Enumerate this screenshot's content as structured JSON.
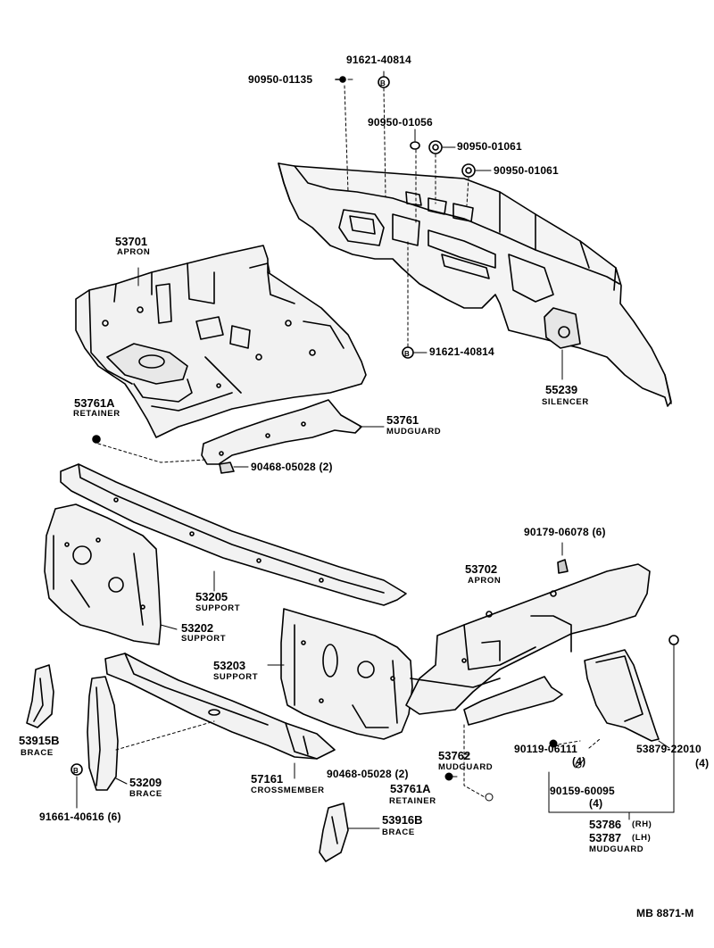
{
  "labels": {
    "p91621_top": "91621-40814",
    "p90950_01135": "90950-01135",
    "p90950_01056": "90950-01056",
    "p90950_01061_a": "90950-01061",
    "p90950_01061_b": "90950-01061",
    "p91621_mid": "91621-40814",
    "p53701": "53701",
    "n53701": "APRON",
    "p55239": "55239",
    "n55239": "SILENCER",
    "p53761A_top": "53761A",
    "n53761A_top": "RETAINER",
    "p53761": "53761",
    "n53761": "MUDGUARD",
    "p90468_top": "90468-05028 (2)",
    "p90179": "90179-06078 (6)",
    "p53702": "53702",
    "n53702": "APRON",
    "p53205": "53205",
    "n53205": "SUPPORT",
    "p53202": "53202",
    "n53202": "SUPPORT",
    "p53203": "53203",
    "n53203": "SUPPORT",
    "p53915B": "53915B",
    "n53915B": "BRACE",
    "p53209": "53209",
    "n53209": "BRACE",
    "p91661": "91661-40616 (6)",
    "p57161": "57161",
    "n57161": "CROSSMEMBER",
    "p90468_bot": "90468-05028 (2)",
    "p53762": "53762",
    "n53762": "MUDGUARD",
    "p53761A_bot": "53761A",
    "n53761A_bot": "RETAINER",
    "p53916B": "53916B",
    "n53916B": "BRACE",
    "p90119": "90119-06111",
    "q90119": "(4)",
    "p90159": "90159-60095",
    "q90159": "(4)",
    "p53879": "53879-22010",
    "q53879": "(4)",
    "p53786": "53786",
    "s53786": "(RH)",
    "p53787": "53787",
    "s53787": "(LH)",
    "n5378x": "MUDGUARD",
    "diagram_code": "MB  8871-M"
  }
}
